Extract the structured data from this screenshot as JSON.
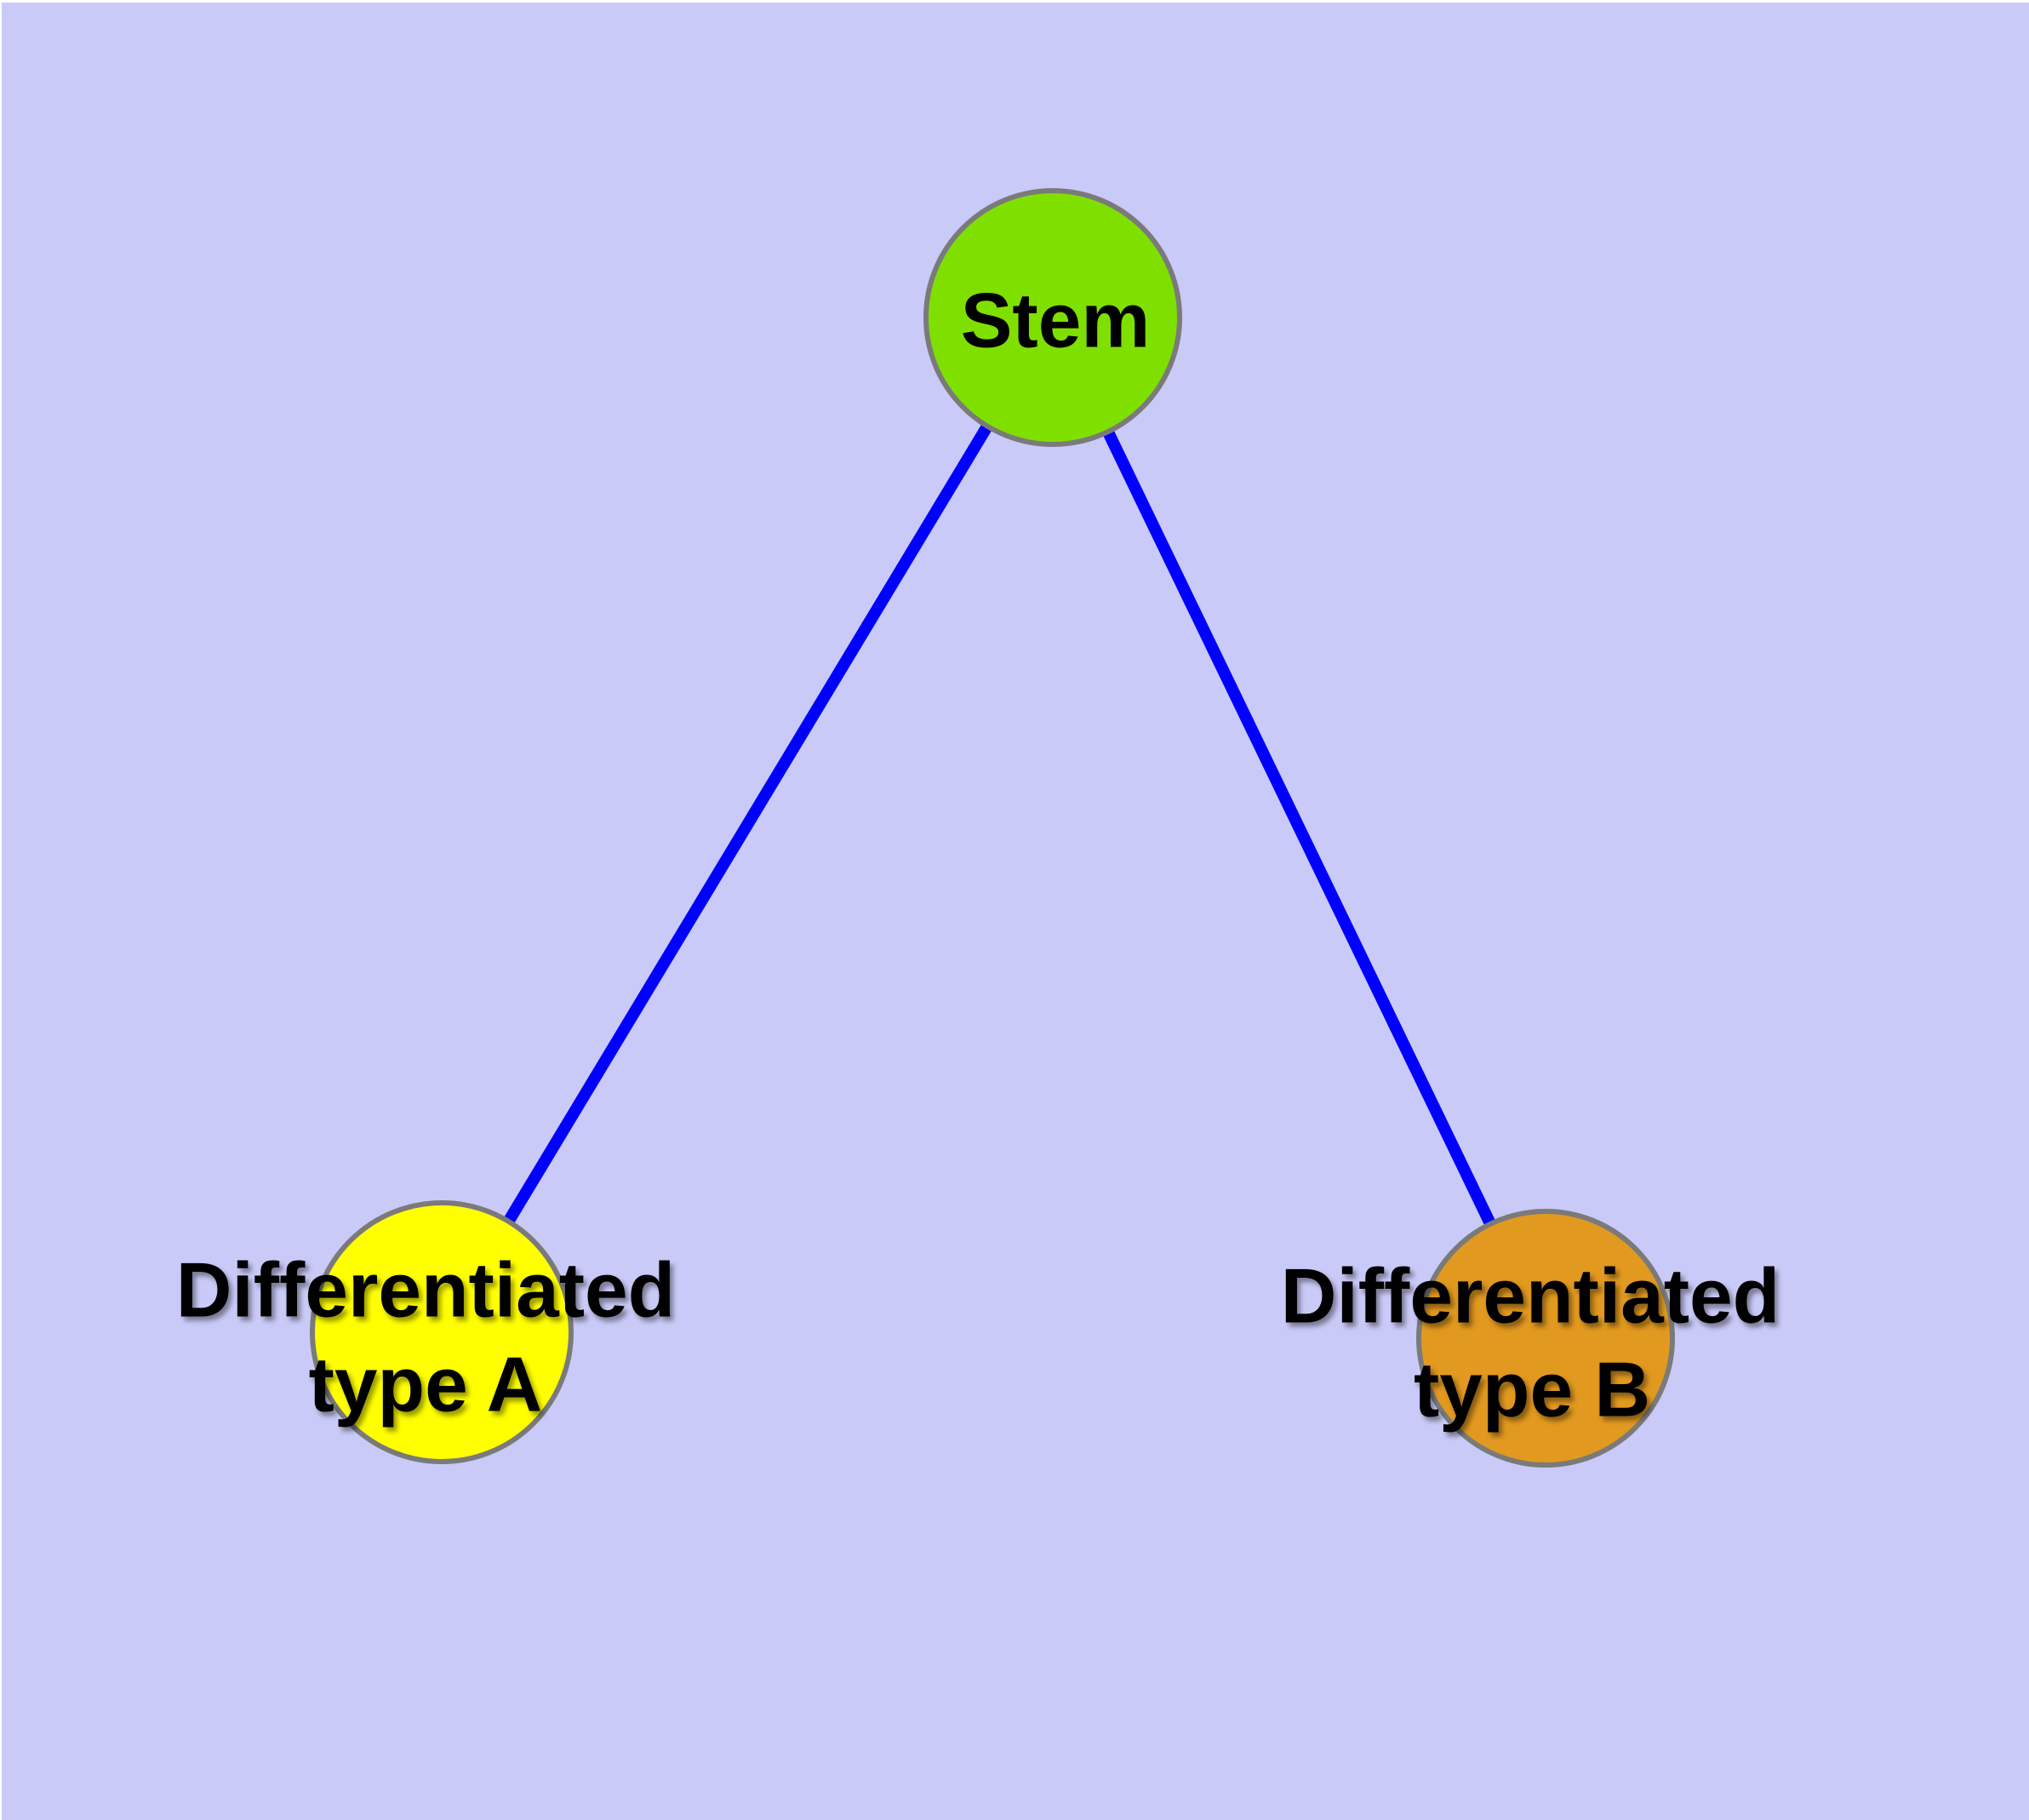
{
  "colors": {
    "background": "#cacaf8",
    "edge": "#0000ff",
    "node_border": "#7a7a7a",
    "label_text": "#000000"
  },
  "graph": {
    "nodes": {
      "stem": {
        "label": "Stem",
        "fill": "#7fe000"
      },
      "type_a": {
        "lines": [
          "Differentiated",
          "type A"
        ],
        "fill": "#ffff00"
      },
      "type_b": {
        "lines": [
          "Differentiated",
          "type B"
        ],
        "fill": "#e2991f"
      }
    },
    "edges": [
      {
        "from": "Stem",
        "to": "Differentiated type A"
      },
      {
        "from": "Stem",
        "to": "Differentiated type B"
      }
    ]
  }
}
